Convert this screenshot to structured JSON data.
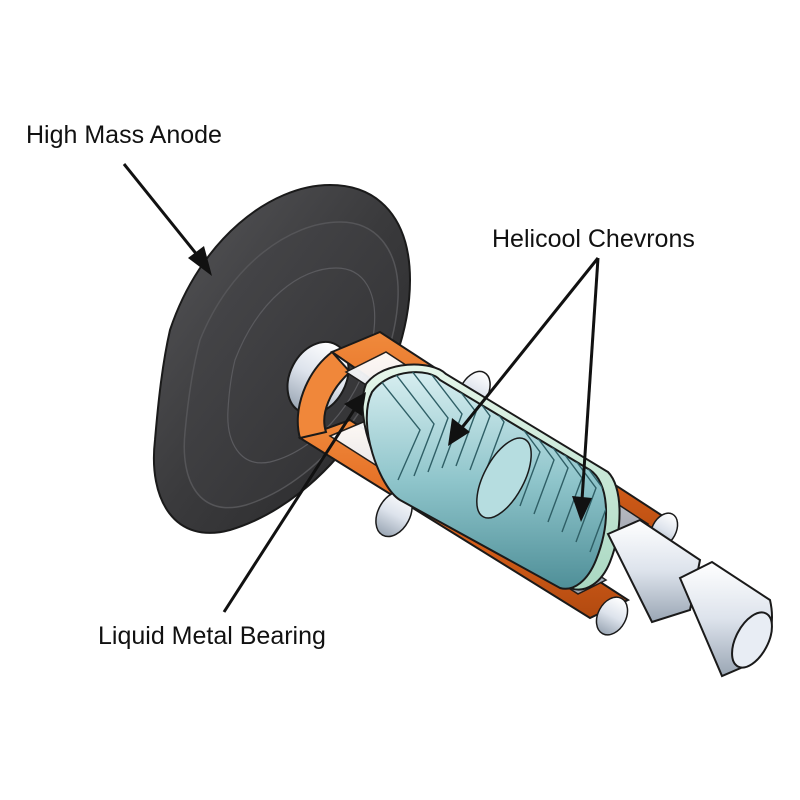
{
  "labels": {
    "anode": "High Mass Anode",
    "chevrons": "Helicool Chevrons",
    "bearing": "Liquid Metal Bearing"
  },
  "colors": {
    "anode": "#3d3d3f",
    "sleeve": "#e0641c",
    "inner_housing": "#c8e8d8",
    "shaft": "#9fd0d4",
    "steel": "#dde3ec",
    "outline": "#1a1a1a"
  }
}
